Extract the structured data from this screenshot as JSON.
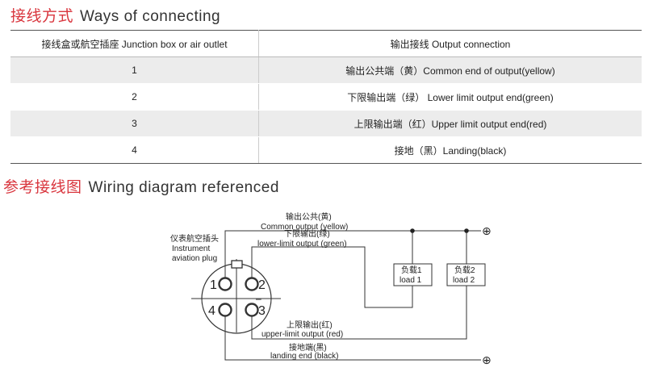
{
  "section1": {
    "title_zh": "接线方式",
    "title_en": "Ways of connecting"
  },
  "table": {
    "headers": [
      "接线盒或航空插座 Junction box or air outlet",
      "输出接线 Output connection"
    ],
    "rows": [
      {
        "pin": "1",
        "connection": "输出公共端（黄）Common end of output(yellow)"
      },
      {
        "pin": "2",
        "connection": "下限输出端（绿） Lower limit output end(green)"
      },
      {
        "pin": "3",
        "connection": "上限输出端（红）Upper limit output end(red)"
      },
      {
        "pin": "4",
        "connection": "接地（黑）Landing(black)"
      }
    ]
  },
  "section2": {
    "title_zh": "参考接线图",
    "title_en": "Wiring diagram referenced"
  },
  "diagram": {
    "plug_label": [
      "仪表航空插头",
      "Instrument",
      "aviation plug"
    ],
    "wire_common": [
      "输出公共(黄)",
      "Common output (yellow)"
    ],
    "wire_lower": [
      "下限输出(绿)",
      "lower-limit output (green)"
    ],
    "wire_upper": [
      "上限输出(红)",
      "upper-limit output (red)"
    ],
    "wire_ground": [
      "接地端(黑)",
      "landing end (black)"
    ],
    "load1": [
      "负载1",
      "load 1"
    ],
    "load2": [
      "负载2",
      "load 2"
    ],
    "pins": [
      "1",
      "2",
      "3",
      "4"
    ],
    "terminal_symbol": "⊕"
  }
}
